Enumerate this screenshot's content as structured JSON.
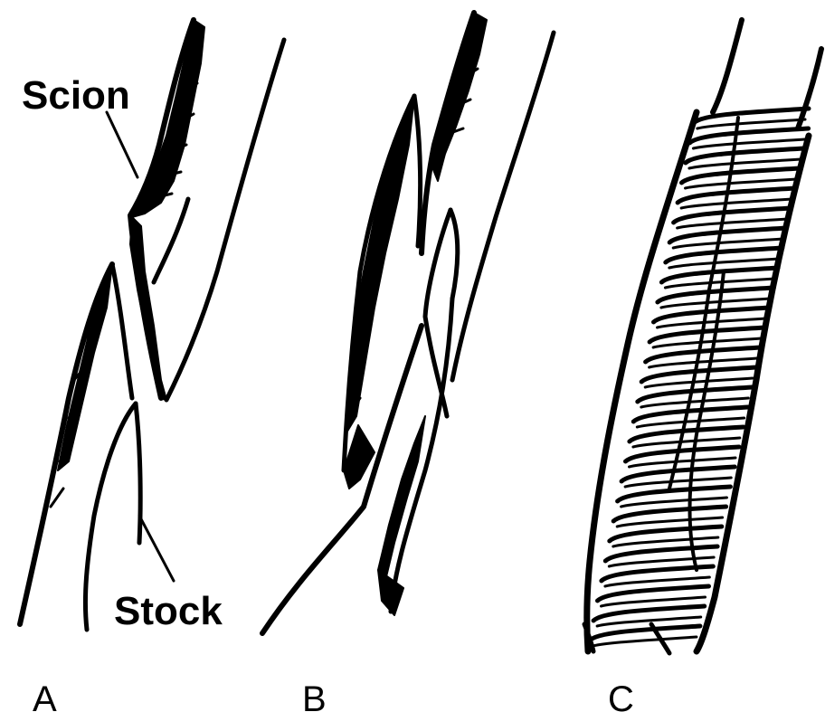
{
  "labels": {
    "scion": "Scion",
    "stock": "Stock"
  },
  "panels": {
    "a": "A",
    "b": "B",
    "c": "C"
  },
  "colors": {
    "ink": "#000000",
    "background": "#ffffff"
  }
}
